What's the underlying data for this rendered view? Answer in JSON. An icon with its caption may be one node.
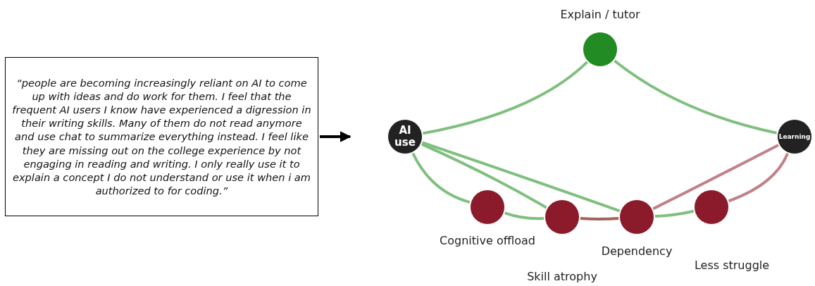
{
  "diagram": {
    "nodes": [
      {
        "text": [
          "“people are becoming increasingly reliant on AI to come up with ideas and do work for them. I feel that the frequent AI users I know have experienced a digression in their writing skills. Many of them do not read anymore and use chat to summarize everything instead. I feel like they are missing out on the college experience by not engaging in reading and writing. I only really use it to explain a concept I do not understand or use it when i am authorized to for coding.”"
        ]
      },
      {
        "text": [
          "Explain / tutor"
        ]
      },
      {
        "text": [
          "AI use"
        ]
      },
      {
        "text": [
          "Learning"
        ]
      },
      {
        "text": [
          "Cognitive offload"
        ]
      },
      {
        "text": [
          "Skill atrophy"
        ]
      },
      {
        "text": [
          "Dependency"
        ]
      },
      {
        "text": [
          "Less struggle"
        ]
      }
    ],
    "edges": [
      {
        "from": 0,
        "to": null,
        "arrow": "to",
        "color": "#000000"
      },
      {
        "from": 2,
        "to": 1,
        "arrow": "none"
      },
      {
        "from": 1,
        "to": 3,
        "arrow": "none"
      },
      {
        "from": 2,
        "to": 4,
        "arrow": "none"
      },
      {
        "from": 2,
        "to": 5,
        "arrow": "none"
      },
      {
        "from": 2,
        "to": 6,
        "arrow": "none"
      },
      {
        "from": 4,
        "to": 5,
        "arrow": "none"
      },
      {
        "from": 5,
        "to": 6,
        "arrow": "none",
        "color": "#a0645a"
      },
      {
        "from": 6,
        "to": 7,
        "arrow": "none"
      },
      {
        "from": 6,
        "to": 3,
        "arrow": "none",
        "color": "#c0828a"
      },
      {
        "from": 7,
        "to": 3,
        "arrow": "none",
        "color": "#c0828a"
      }
    ]
  }
}
